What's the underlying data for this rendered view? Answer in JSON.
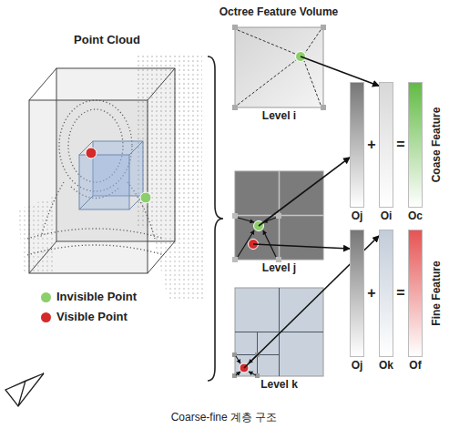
{
  "diagram": {
    "caption": "Coarse-fine 계층 구조",
    "nodes": [
      {
        "text": [
          "Point Cloud"
        ]
      },
      {
        "text": [
          "Level i"
        ]
      },
      {
        "text": [
          "Level j"
        ]
      },
      {
        "text": [
          "Level k"
        ]
      },
      {
        "text": [
          "Oj"
        ]
      },
      {
        "text": [
          "Oi"
        ]
      },
      {
        "text": [
          "Oc"
        ]
      },
      {
        "text": [
          "Oj"
        ]
      },
      {
        "text": [
          "Ok"
        ]
      },
      {
        "text": [
          "Of"
        ]
      }
    ],
    "edges": [
      {
        "from": 1,
        "to": 5,
        "arrow": "to"
      },
      {
        "from": 2,
        "to": 4,
        "arrow": "to"
      },
      {
        "from": 2,
        "to": 7,
        "arrow": "to"
      },
      {
        "from": 3,
        "to": 8,
        "arrow": "to"
      }
    ],
    "labels": [
      "Octree Feature Volume",
      "+",
      "=",
      "Coase Feature",
      "+",
      "=",
      "Fine Feature"
    ],
    "legend": [
      {
        "text": "Invisible Point",
        "color": "#8ccf6a"
      },
      {
        "text": "Visible Point",
        "color": "#d42a2a"
      }
    ]
  }
}
